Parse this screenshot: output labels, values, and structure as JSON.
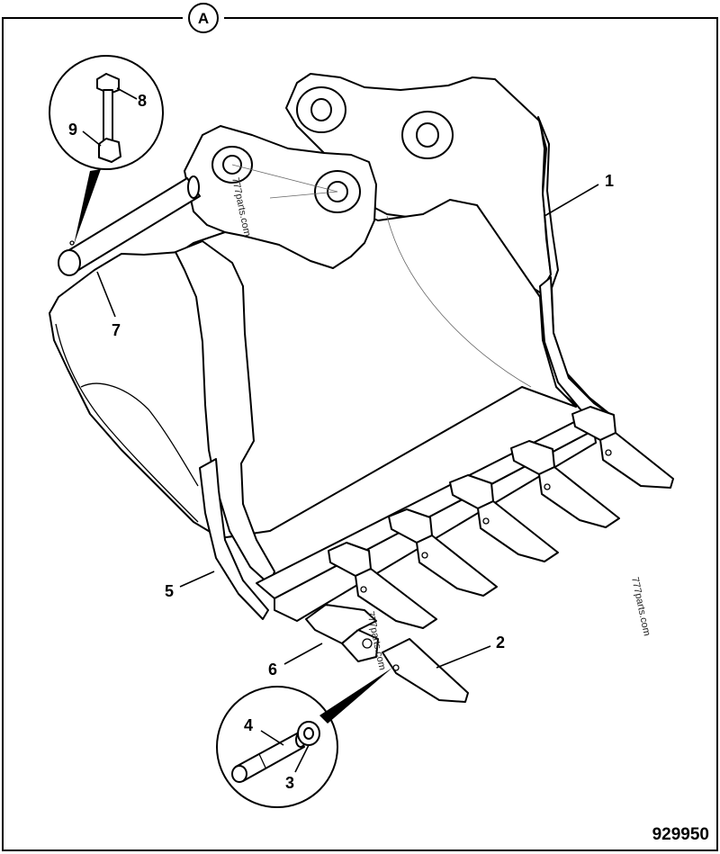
{
  "section_label": "A",
  "drawing_number": "929950",
  "callouts": {
    "c1": "1",
    "c2": "2",
    "c3": "3",
    "c4": "4",
    "c5": "5",
    "c6": "6",
    "c7": "7",
    "c8": "8",
    "c9": "9"
  },
  "watermarks": {
    "w1": "777parts.com",
    "w2": "777parts.com",
    "w3": "777parts.com"
  }
}
